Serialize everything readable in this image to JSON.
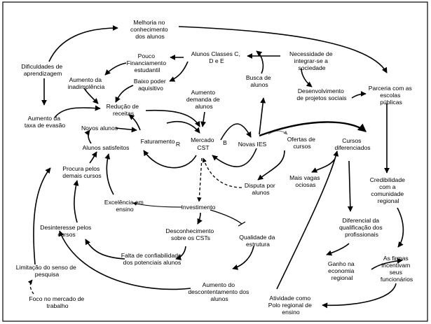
{
  "nodes": {
    "melhoria": [
      "Melhoria no",
      "conhecimento",
      "dos alunos"
    ],
    "dificuldades": [
      "Dificuldades de",
      "aprendizagem"
    ],
    "pouco_fin": [
      "Pouco",
      "Financiamento",
      "estudantil"
    ],
    "alunos_classes": [
      "Alunos Classes C,",
      "D e E"
    ],
    "necessidade": [
      "Necessidade de",
      "integrar-se a",
      "sociedade"
    ],
    "aumento_inad": [
      "Aumento da",
      "inadimplência"
    ],
    "baixo_poder": [
      "Baixo poder",
      "aquisitivo"
    ],
    "busca": [
      "Busca de",
      "alunos"
    ],
    "desenvolvimento": [
      "Desenvolvimento",
      "de projetos sociais"
    ],
    "parceria": [
      "Parceria com as",
      "escolas",
      "públicas"
    ],
    "aumento_demanda": [
      "Aumento",
      "demanda de",
      "alunos"
    ],
    "reducao": [
      "Redução de",
      "receitas"
    ],
    "aumento_evasao": [
      "Aumento da",
      "taxa de evasão"
    ],
    "novos_alunos": [
      "Novos alunos"
    ],
    "faturamento": [
      "Faturamento"
    ],
    "loop_r": [
      "R"
    ],
    "mercado": [
      "Mercado",
      "CST"
    ],
    "loop_b": [
      "B"
    ],
    "novas_ies": [
      "Novas IES"
    ],
    "ofertas": [
      "Ofertas de",
      "cursos"
    ],
    "cursos_dif": [
      "Cursos",
      "diferenciados"
    ],
    "alunos_sat": [
      "Alunos satisfeitos"
    ],
    "procura": [
      "Procura pelos",
      "demais cursos"
    ],
    "credibilidade": [
      "Credibilidade",
      "com a",
      "comunidade",
      "regional"
    ],
    "mais_vagas": [
      "Mais vagas",
      "ociosas"
    ],
    "disputa": [
      "Disputa por",
      "alunos"
    ],
    "excelencia": [
      "Excelência em",
      "ensino"
    ],
    "investimento": [
      "Investimento"
    ],
    "desinteresse": [
      "Desinteresse pelos",
      "cursos"
    ],
    "desconhecimento": [
      "Desconhecimento",
      "sobre os CSTs"
    ],
    "qualidade": [
      "Qualidade da",
      "estrutura"
    ],
    "diferencial": [
      "Diferencial da",
      "qualificação dos",
      "profissionais"
    ],
    "falta_conf": [
      "Falta de confiabilidade",
      "dos potenciais alunos"
    ],
    "ganho": [
      "Ganho na",
      "economia",
      "regional"
    ],
    "firmas": [
      "As firmas",
      "incentivam",
      "seus",
      "funcionários"
    ],
    "limitacao": [
      "Limitação do senso de",
      "pesquisa"
    ],
    "aumento_desc": [
      "Aumento do",
      "descontentamento dos",
      "alunos"
    ],
    "foco": [
      "Foco no mercado de",
      "trabalho"
    ],
    "atividade": [
      "Atividade como",
      "Polo regional de",
      "ensino"
    ]
  }
}
